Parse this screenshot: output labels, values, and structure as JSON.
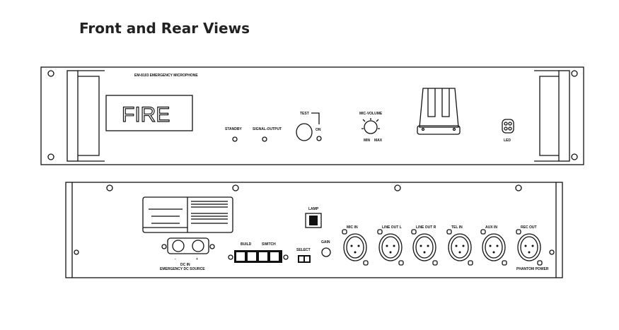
{
  "title": "Front and Rear Views",
  "front": {
    "model_label": "EM-8103   EMERGENCY MICROPHONE",
    "fire_label": "FIRE",
    "standby_label": "STANDBY",
    "signal_output_label": "SIGNAL-OUTPUT",
    "test_label": "TEST",
    "on_label": "ON",
    "mic_volume_label": "MIC-VOLUME",
    "min_label": "MIN",
    "max_label": "MAX",
    "led_label": "LED"
  },
  "rear": {
    "lamp_label": "LAMP",
    "build_label": "BUILD",
    "switch_label": "SWITCH",
    "dc_label": "DC IN",
    "dc_sub_label": "EMERGENCY DC SOURCE",
    "select_label": "SELECT",
    "gain_label": "GAIN",
    "xlr_labels": [
      "MIC IN",
      "LINE OUT L",
      "LINE OUT R",
      "TEL IN",
      "AUX IN",
      "REC OUT"
    ],
    "phantom_label": "PHANTOM POWER"
  }
}
